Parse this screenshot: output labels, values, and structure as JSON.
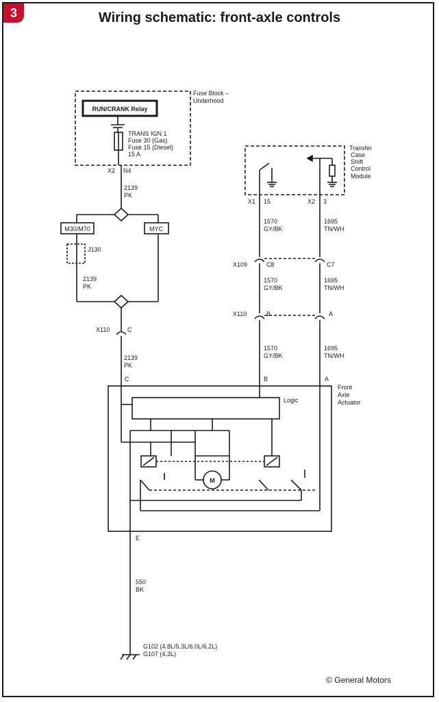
{
  "header": {
    "badge_number": "3",
    "title": "Wiring schematic: front-axle controls"
  },
  "fuse_block": {
    "label_line1": "Fuse Block –",
    "label_line2": "Underhood",
    "relay": "RUN/CRANK Relay",
    "fuse_line1": "TRANS IGN 1",
    "fuse_line2": "Fuse 30 (Gas)",
    "fuse_line3": "Fuse 15 (Diesel)",
    "fuse_line4": "15 A",
    "conn_x": "X2",
    "conn_pin": "N4"
  },
  "transfer_module": {
    "line1": "Transfer",
    "line2": "Case",
    "line3": "Shift",
    "line4": "Control",
    "line5": "Module",
    "x1": "X1",
    "x1_pin": "15",
    "x2": "X2",
    "x2_pin": "3"
  },
  "left_circuit": {
    "wire_num_a": "2139",
    "wire_color_a": "PK",
    "option_left": "M30/M70",
    "option_right": "MYC",
    "splice": "J130",
    "wire_num_b": "2139",
    "wire_color_b": "PK",
    "conn_x110": "X110",
    "conn_pin_c": "C",
    "wire_num_c": "2139",
    "wire_color_c": "PK"
  },
  "mid_circuit": {
    "w1_num": "1570",
    "w1_color": "GY/BK",
    "w2_num": "1695",
    "w2_color": "TN/WH",
    "x109": "X109",
    "c8": "C8",
    "c7": "C7",
    "w3_num": "1570",
    "w3_color": "GY/BK",
    "w4_num": "1695",
    "w4_color": "TN/WH",
    "x110": "X110",
    "pin_b": "B",
    "pin_a": "A",
    "w5_num": "1570",
    "w5_color": "GY/BK",
    "w6_num": "1695",
    "w6_color": "TN/WH"
  },
  "actuator": {
    "pin_c": "C",
    "pin_b": "B",
    "pin_a": "A",
    "label_line1": "Front",
    "label_line2": "Axle",
    "label_line3": "Actuator",
    "logic": "Logic",
    "motor": "M",
    "pin_e": "E"
  },
  "ground": {
    "wire_num": "550",
    "wire_color": "BK",
    "g1": "G102 (4.8L/5.3L/6.0L/6.2L)",
    "g2": "G107 (4.3L)"
  },
  "footer": {
    "copyright": "© General Motors"
  },
  "colors": {
    "badge": "#c8102e",
    "ink": "#1a1a1a"
  }
}
